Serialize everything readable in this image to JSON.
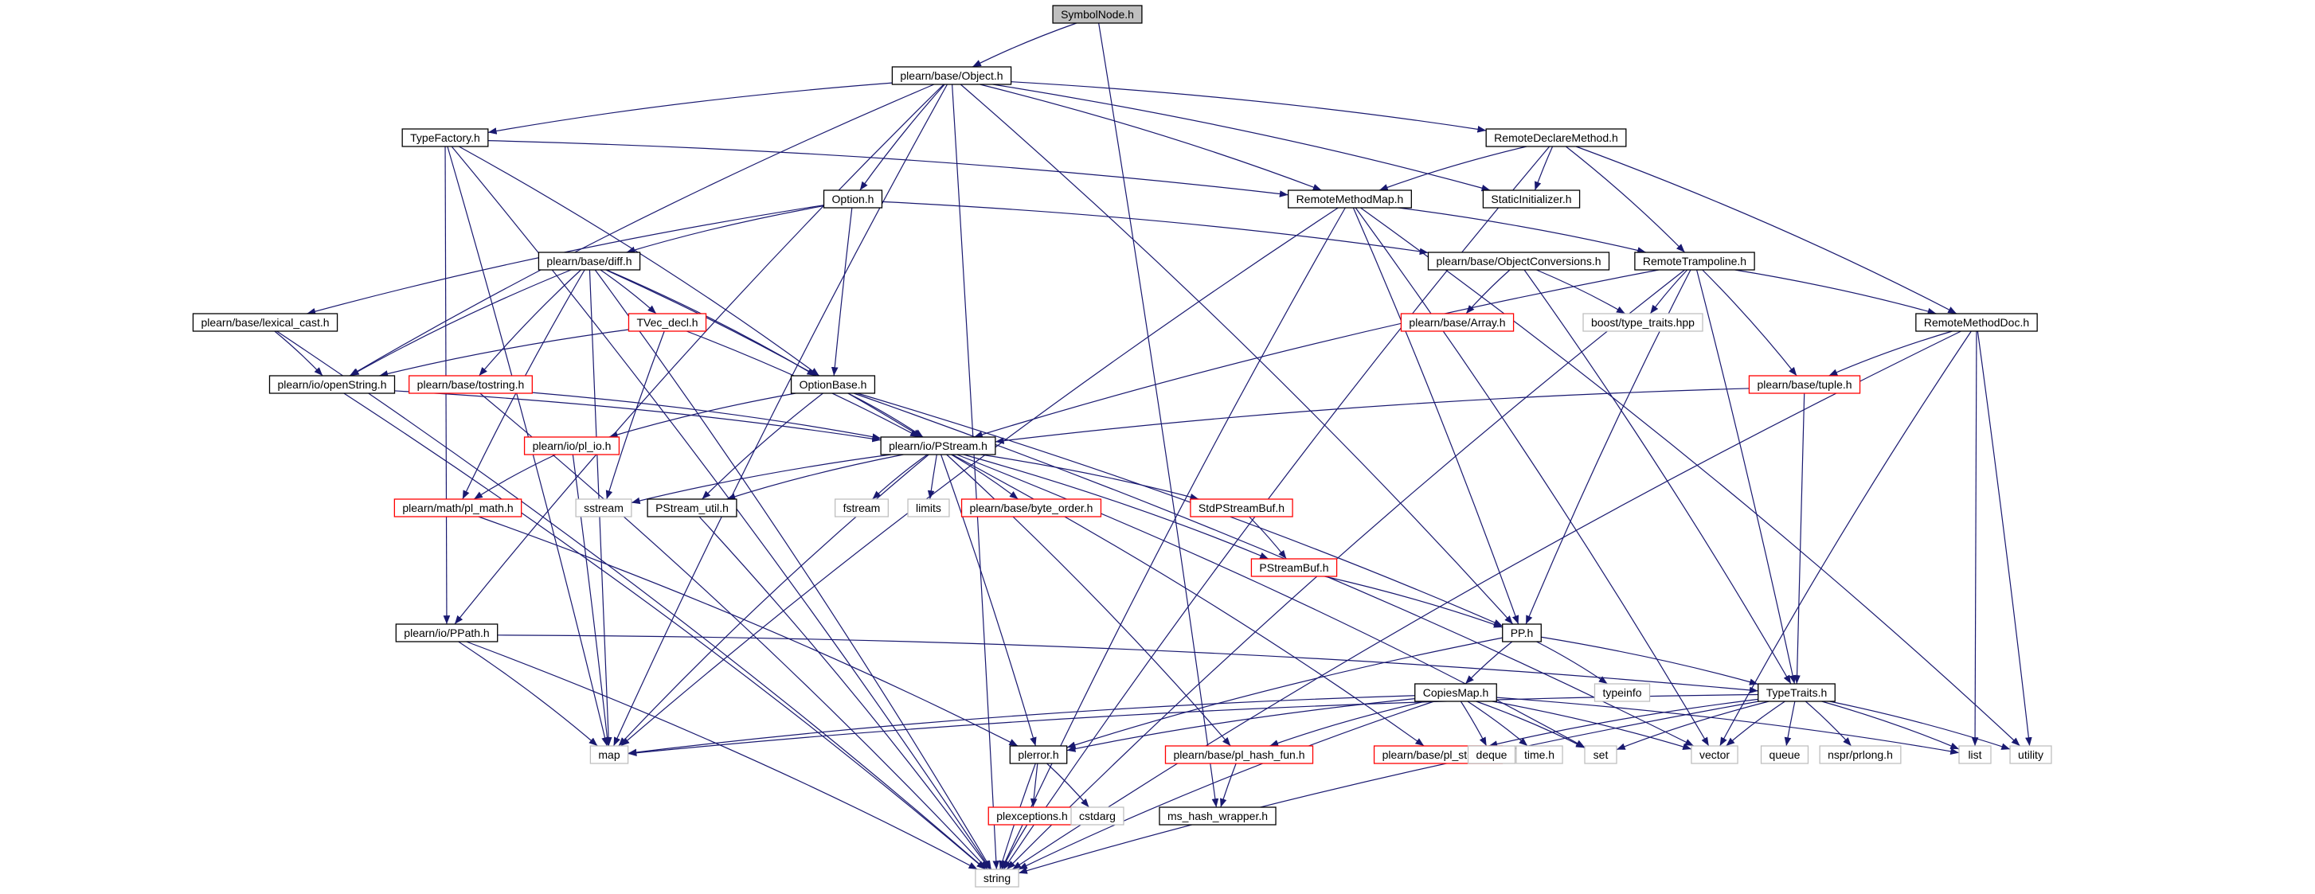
{
  "colors": {
    "edge": "#191970",
    "border_black": "#000000",
    "border_red": "#ff0000",
    "border_gray": "#bfbfbf",
    "root_fill": "#bfbfbf",
    "fill": "#ffffff"
  },
  "nodes": [
    {
      "id": "symbolnode",
      "label": "SymbolNode.h",
      "style": "root"
    },
    {
      "id": "object",
      "label": "plearn/base/Object.h",
      "style": "black"
    },
    {
      "id": "typefactory",
      "label": "TypeFactory.h",
      "style": "black"
    },
    {
      "id": "remotedeclare",
      "label": "RemoteDeclareMethod.h",
      "style": "black"
    },
    {
      "id": "remotemethodmap",
      "label": "RemoteMethodMap.h",
      "style": "black"
    },
    {
      "id": "staticinit",
      "label": "StaticInitializer.h",
      "style": "black"
    },
    {
      "id": "option",
      "label": "Option.h",
      "style": "black"
    },
    {
      "id": "diff",
      "label": "plearn/base/diff.h",
      "style": "black"
    },
    {
      "id": "objconv",
      "label": "plearn/base/ObjectConversions.h",
      "style": "black"
    },
    {
      "id": "remotetrampoline",
      "label": "RemoteTrampoline.h",
      "style": "black"
    },
    {
      "id": "lexicalcast",
      "label": "plearn/base/lexical_cast.h",
      "style": "black"
    },
    {
      "id": "tvecdecl",
      "label": "TVec_decl.h",
      "style": "red"
    },
    {
      "id": "array",
      "label": "plearn/base/Array.h",
      "style": "red"
    },
    {
      "id": "boosttt",
      "label": "boost/type_traits.hpp",
      "style": "gray"
    },
    {
      "id": "remotemethoddoc",
      "label": "RemoteMethodDoc.h",
      "style": "black"
    },
    {
      "id": "openstring",
      "label": "plearn/io/openString.h",
      "style": "black"
    },
    {
      "id": "tostring",
      "label": "plearn/base/tostring.h",
      "style": "red"
    },
    {
      "id": "optionbase",
      "label": "OptionBase.h",
      "style": "black"
    },
    {
      "id": "tuple",
      "label": "plearn/base/tuple.h",
      "style": "red"
    },
    {
      "id": "plio",
      "label": "plearn/io/pl_io.h",
      "style": "red"
    },
    {
      "id": "pstream",
      "label": "plearn/io/PStream.h",
      "style": "black"
    },
    {
      "id": "plmath",
      "label": "plearn/math/pl_math.h",
      "style": "red"
    },
    {
      "id": "sstream",
      "label": "sstream",
      "style": "gray"
    },
    {
      "id": "pstreamutil",
      "label": "PStream_util.h",
      "style": "black"
    },
    {
      "id": "fstream",
      "label": "fstream",
      "style": "gray"
    },
    {
      "id": "limits",
      "label": "limits",
      "style": "gray"
    },
    {
      "id": "byteorder",
      "label": "plearn/base/byte_order.h",
      "style": "red"
    },
    {
      "id": "stdpstreambuf",
      "label": "StdPStreamBuf.h",
      "style": "red"
    },
    {
      "id": "pstreambuf",
      "label": "PStreamBuf.h",
      "style": "red"
    },
    {
      "id": "ppath",
      "label": "plearn/io/PPath.h",
      "style": "black"
    },
    {
      "id": "pp",
      "label": "PP.h",
      "style": "black"
    },
    {
      "id": "typeinfo",
      "label": "typeinfo",
      "style": "gray"
    },
    {
      "id": "copiesmap",
      "label": "CopiesMap.h",
      "style": "black"
    },
    {
      "id": "typetraits",
      "label": "TypeTraits.h",
      "style": "black"
    },
    {
      "id": "map",
      "label": "map",
      "style": "gray"
    },
    {
      "id": "plerror",
      "label": "plerror.h",
      "style": "black"
    },
    {
      "id": "plhashfun",
      "label": "plearn/base/pl_hash_fun.h",
      "style": "red"
    },
    {
      "id": "plstdint",
      "label": "plearn/base/pl_stdint.h",
      "style": "red"
    },
    {
      "id": "deque",
      "label": "deque",
      "style": "gray"
    },
    {
      "id": "timeh",
      "label": "time.h",
      "style": "gray"
    },
    {
      "id": "set",
      "label": "set",
      "style": "gray"
    },
    {
      "id": "vector",
      "label": "vector",
      "style": "gray"
    },
    {
      "id": "queue",
      "label": "queue",
      "style": "gray"
    },
    {
      "id": "nsprlong",
      "label": "nspr/prlong.h",
      "style": "gray"
    },
    {
      "id": "list",
      "label": "list",
      "style": "gray"
    },
    {
      "id": "utility",
      "label": "utility",
      "style": "gray"
    },
    {
      "id": "plexceptions",
      "label": "plexceptions.h",
      "style": "red"
    },
    {
      "id": "cstdarg",
      "label": "cstdarg",
      "style": "gray"
    },
    {
      "id": "mshash",
      "label": "ms_hash_wrapper.h",
      "style": "black"
    },
    {
      "id": "string",
      "label": "string",
      "style": "gray"
    }
  ],
  "edges": [
    [
      "symbolnode",
      "object"
    ],
    [
      "symbolnode",
      "mshash"
    ],
    [
      "object",
      "typefactory"
    ],
    [
      "object",
      "remotedeclare"
    ],
    [
      "object",
      "staticinit"
    ],
    [
      "object",
      "option"
    ],
    [
      "object",
      "openstring"
    ],
    [
      "object",
      "ppath"
    ],
    [
      "object",
      "pp"
    ],
    [
      "object",
      "map"
    ],
    [
      "object",
      "string"
    ],
    [
      "object",
      "remotemethodmap"
    ],
    [
      "typefactory",
      "remotemethodmap"
    ],
    [
      "typefactory",
      "optionbase"
    ],
    [
      "typefactory",
      "ppath"
    ],
    [
      "typefactory",
      "map"
    ],
    [
      "typefactory",
      "string"
    ],
    [
      "remotedeclare",
      "remotemethodmap"
    ],
    [
      "remotedeclare",
      "staticinit"
    ],
    [
      "remotedeclare",
      "remotetrampoline"
    ],
    [
      "remotedeclare",
      "remotemethoddoc"
    ],
    [
      "remotedeclare",
      "string"
    ],
    [
      "remotemethodmap",
      "remotetrampoline"
    ],
    [
      "remotemethodmap",
      "pp"
    ],
    [
      "remotemethodmap",
      "map"
    ],
    [
      "remotemethodmap",
      "string"
    ],
    [
      "remotemethodmap",
      "vector"
    ],
    [
      "remotemethodmap",
      "utility"
    ],
    [
      "option",
      "diff"
    ],
    [
      "option",
      "optionbase"
    ],
    [
      "option",
      "objconv"
    ],
    [
      "option",
      "lexicalcast"
    ],
    [
      "diff",
      "openstring"
    ],
    [
      "diff",
      "tvecdecl"
    ],
    [
      "diff",
      "tostring"
    ],
    [
      "diff",
      "optionbase"
    ],
    [
      "diff",
      "pstream"
    ],
    [
      "diff",
      "plmath"
    ],
    [
      "diff",
      "map"
    ],
    [
      "diff",
      "string"
    ],
    [
      "objconv",
      "array"
    ],
    [
      "objconv",
      "boosttt"
    ],
    [
      "objconv",
      "typetraits"
    ],
    [
      "remotetrampoline",
      "boosttt"
    ],
    [
      "remotetrampoline",
      "remotemethoddoc"
    ],
    [
      "remotetrampoline",
      "tuple"
    ],
    [
      "remotetrampoline",
      "pstream"
    ],
    [
      "remotetrampoline",
      "pp"
    ],
    [
      "remotetrampoline",
      "typetraits"
    ],
    [
      "remotetrampoline",
      "string"
    ],
    [
      "lexicalcast",
      "openstring"
    ],
    [
      "lexicalcast",
      "string"
    ],
    [
      "tvecdecl",
      "openstring"
    ],
    [
      "tvecdecl",
      "pstream"
    ],
    [
      "tvecdecl",
      "sstream"
    ],
    [
      "remotemethoddoc",
      "tuple"
    ],
    [
      "remotemethoddoc",
      "list"
    ],
    [
      "remotemethoddoc",
      "utility"
    ],
    [
      "remotemethoddoc",
      "vector"
    ],
    [
      "remotemethoddoc",
      "string"
    ],
    [
      "openstring",
      "pstream"
    ],
    [
      "openstring",
      "string"
    ],
    [
      "tostring",
      "pstream"
    ],
    [
      "tostring",
      "string"
    ],
    [
      "optionbase",
      "pstream"
    ],
    [
      "optionbase",
      "pstreamutil"
    ],
    [
      "optionbase",
      "plio"
    ],
    [
      "optionbase",
      "pp"
    ],
    [
      "optionbase",
      "vector"
    ],
    [
      "tuple",
      "pstream"
    ],
    [
      "tuple",
      "typetraits"
    ],
    [
      "plio",
      "plmath"
    ],
    [
      "plio",
      "map"
    ],
    [
      "pstream",
      "sstream"
    ],
    [
      "pstream",
      "pstreamutil"
    ],
    [
      "pstream",
      "fstream"
    ],
    [
      "pstream",
      "limits"
    ],
    [
      "pstream",
      "byteorder"
    ],
    [
      "pstream",
      "stdpstreambuf"
    ],
    [
      "pstream",
      "pstreambuf"
    ],
    [
      "pstream",
      "plerror"
    ],
    [
      "pstream",
      "plhashfun"
    ],
    [
      "pstream",
      "plstdint"
    ],
    [
      "pstream",
      "map"
    ],
    [
      "pstream",
      "set"
    ],
    [
      "plmath",
      "plerror"
    ],
    [
      "pstreamutil",
      "string"
    ],
    [
      "stdpstreambuf",
      "pstreambuf"
    ],
    [
      "pstreambuf",
      "pp"
    ],
    [
      "ppath",
      "typetraits"
    ],
    [
      "ppath",
      "map"
    ],
    [
      "ppath",
      "string"
    ],
    [
      "pp",
      "copiesmap"
    ],
    [
      "pp",
      "typeinfo"
    ],
    [
      "pp",
      "typetraits"
    ],
    [
      "pp",
      "plerror"
    ],
    [
      "copiesmap",
      "map"
    ],
    [
      "copiesmap",
      "plerror"
    ],
    [
      "copiesmap",
      "plhashfun"
    ],
    [
      "copiesmap",
      "deque"
    ],
    [
      "copiesmap",
      "timeh"
    ],
    [
      "copiesmap",
      "set"
    ],
    [
      "copiesmap",
      "vector"
    ],
    [
      "copiesmap",
      "list"
    ],
    [
      "copiesmap",
      "string"
    ],
    [
      "typetraits",
      "plstdint"
    ],
    [
      "typetraits",
      "set"
    ],
    [
      "typetraits",
      "vector"
    ],
    [
      "typetraits",
      "queue"
    ],
    [
      "typetraits",
      "nsprlong"
    ],
    [
      "typetraits",
      "list"
    ],
    [
      "typetraits",
      "utility"
    ],
    [
      "typetraits",
      "map"
    ],
    [
      "typetraits",
      "string"
    ],
    [
      "plerror",
      "plexceptions"
    ],
    [
      "plerror",
      "cstdarg"
    ],
    [
      "plerror",
      "string"
    ],
    [
      "plhashfun",
      "mshash"
    ],
    [
      "plexceptions",
      "string"
    ]
  ]
}
